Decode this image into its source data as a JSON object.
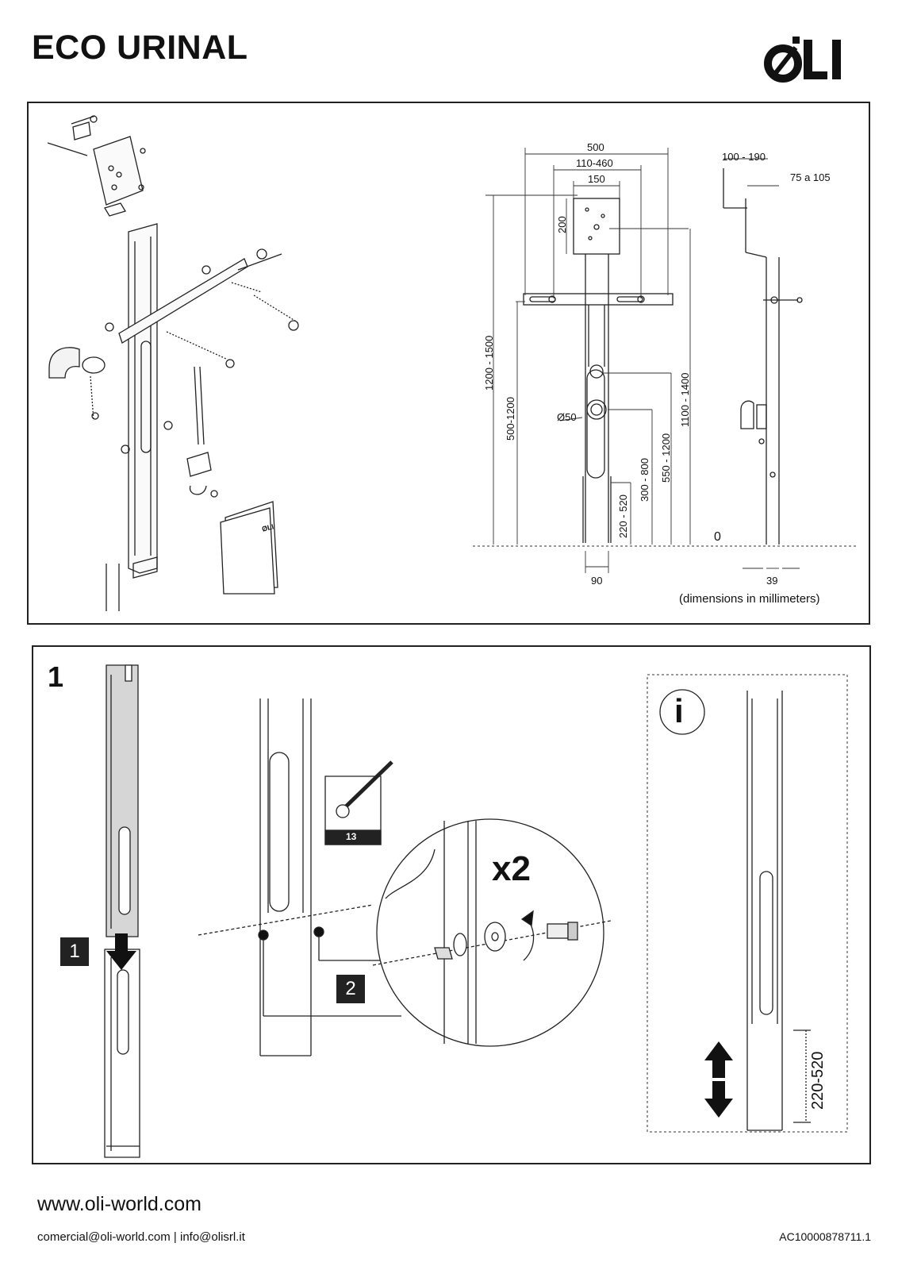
{
  "header": {
    "title": "ECO URINAL",
    "logo_text": "ØLI"
  },
  "technical_drawing": {
    "front_view": {
      "width_total": "500",
      "width_range": "110-460",
      "plate_width": "150",
      "plate_height": "200",
      "overall_height": "1200 - 1500",
      "bracket_height": "500-1200",
      "pipe_diameter": "Ø50",
      "outlet_height": "300 - 800",
      "inlet_height": "550 - 1200",
      "top_height": "1100 - 1400",
      "foot_height": "220 - 520",
      "floor_zero": "0",
      "foot_width": "90"
    },
    "side_view": {
      "depth_range": "100 - 190",
      "offset_range": "75 a 105",
      "foot_depth": "39"
    },
    "units_note": "(dimensions in millimeters)",
    "manual_logo": "ØLI"
  },
  "step_1": {
    "number": "1",
    "sub_steps": [
      "1",
      "2"
    ],
    "tool_size": "13",
    "quantity": "x2",
    "info_symbol": "i",
    "adjust_range": "220-520"
  },
  "footer": {
    "website": "www.oli-world.com",
    "emails": "comercial@oli-world.com | info@olisrl.it",
    "doc_code": "AC10000878711.1"
  }
}
